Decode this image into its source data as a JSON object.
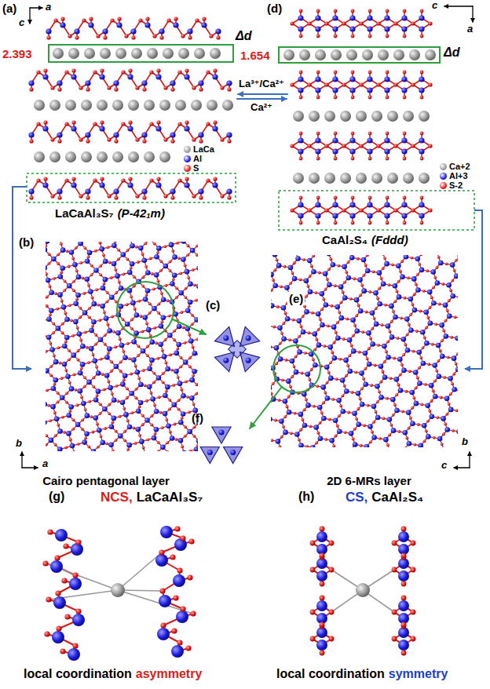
{
  "diagram": {
    "labels": [
      "(a)",
      "a",
      "c",
      "2.393",
      "Δd",
      "La³⁺/Ca²⁺",
      "Ca²⁺",
      "LaCaAl₃S₇",
      "(P-42₁m)",
      "(d)",
      "c",
      "a",
      "1.654",
      "Δd",
      "CaAl₂S₄",
      "(Fddd)",
      "(b)",
      "b",
      "a",
      "Cairo pentagonal layer",
      "(c)",
      "(e)",
      "b",
      "c",
      "2D 6-MRs layer",
      "(f)",
      "(g)",
      "NCS,",
      "LaCaAl₃S₇",
      "(h)",
      "CS,",
      "CaAl₂S₄",
      "local coordination",
      "asymmetry",
      "local coordination",
      "symmetry"
    ],
    "legend": [
      {
        "text": "LaCa",
        "color": "#9a9a9a"
      },
      {
        "text": "Al",
        "color": "#1c1cdc"
      },
      {
        "text": "S",
        "color": "#e01a1a"
      },
      {
        "text": "Ca+2",
        "color": "#9a9a9a"
      },
      {
        "text": "Al+3",
        "color": "#1c1cdc"
      },
      {
        "text": "S-2",
        "color": "#e01a1a"
      }
    ]
  }
}
